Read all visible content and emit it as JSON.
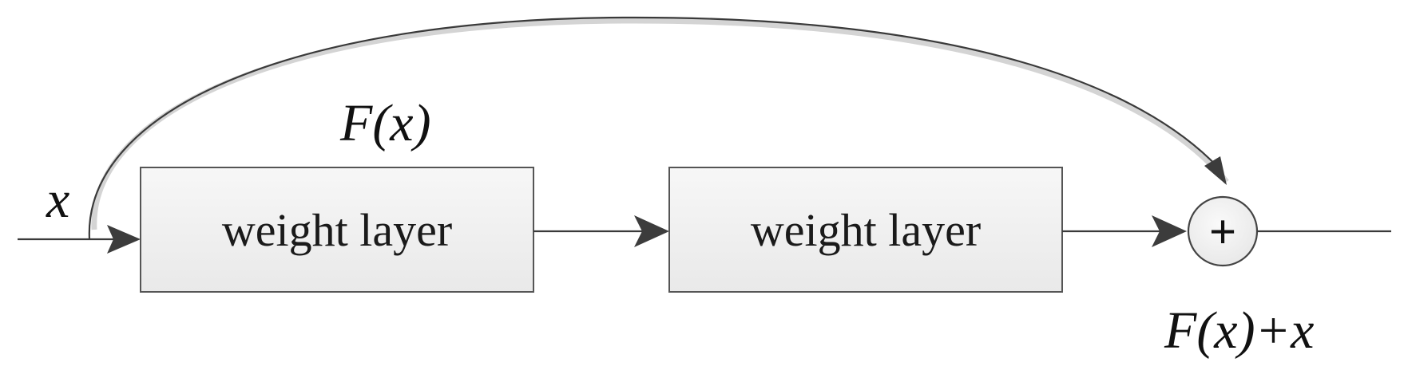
{
  "diagram": {
    "input_label": "x",
    "residual_label": "F(x)",
    "output_label": "F(x)+x",
    "layers": [
      {
        "label": "weight layer"
      },
      {
        "label": "weight layer"
      }
    ],
    "sum_symbol": "+"
  }
}
